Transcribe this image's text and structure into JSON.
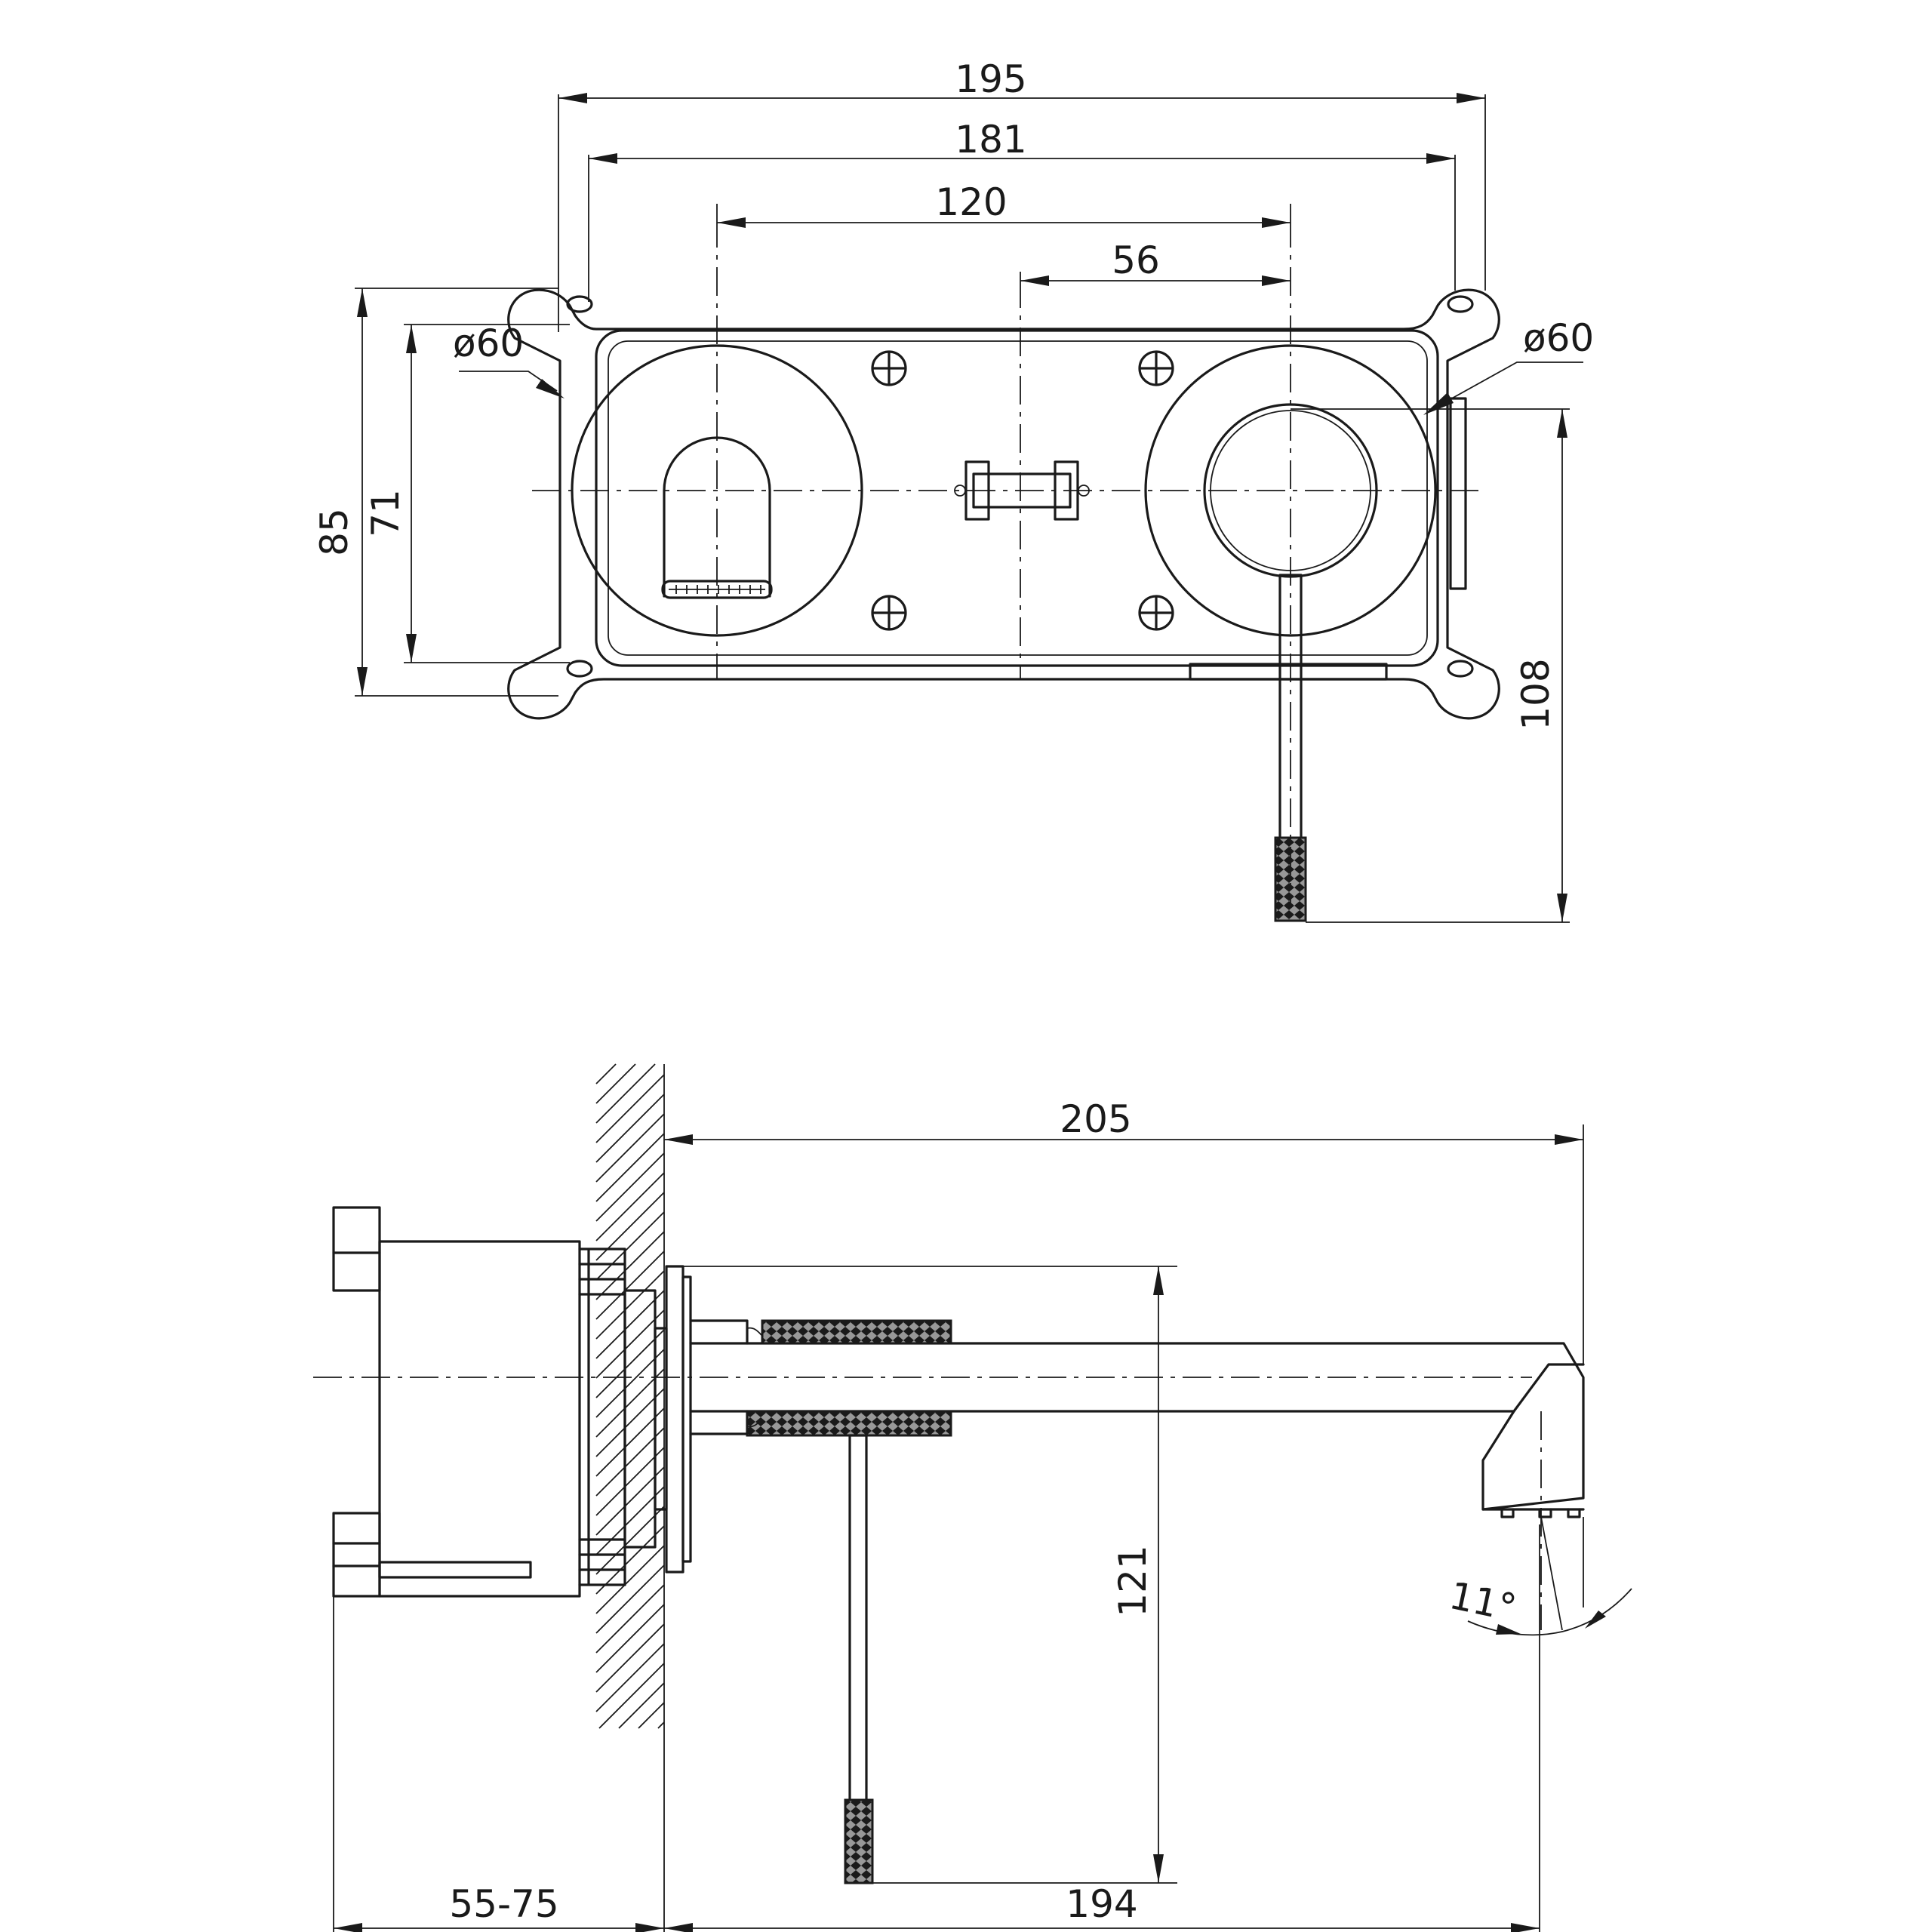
{
  "front_view": {
    "dimensions": {
      "overall_width": "195",
      "mount_width": "181",
      "outlet_spacing": "120",
      "body_offset": "56",
      "left_rosette_diameter": "ø60",
      "right_rosette_diameter": "ø60",
      "overall_height": "85",
      "mount_height": "71",
      "lever_height": "108"
    }
  },
  "side_view": {
    "dimensions": {
      "spout_projection": "205",
      "spout_depth": "194",
      "wall_depth": "55-75",
      "lever_drop": "121",
      "spout_angle": "11°"
    }
  },
  "colors": {
    "line": "#1a1a1a",
    "background": "#ffffff"
  }
}
